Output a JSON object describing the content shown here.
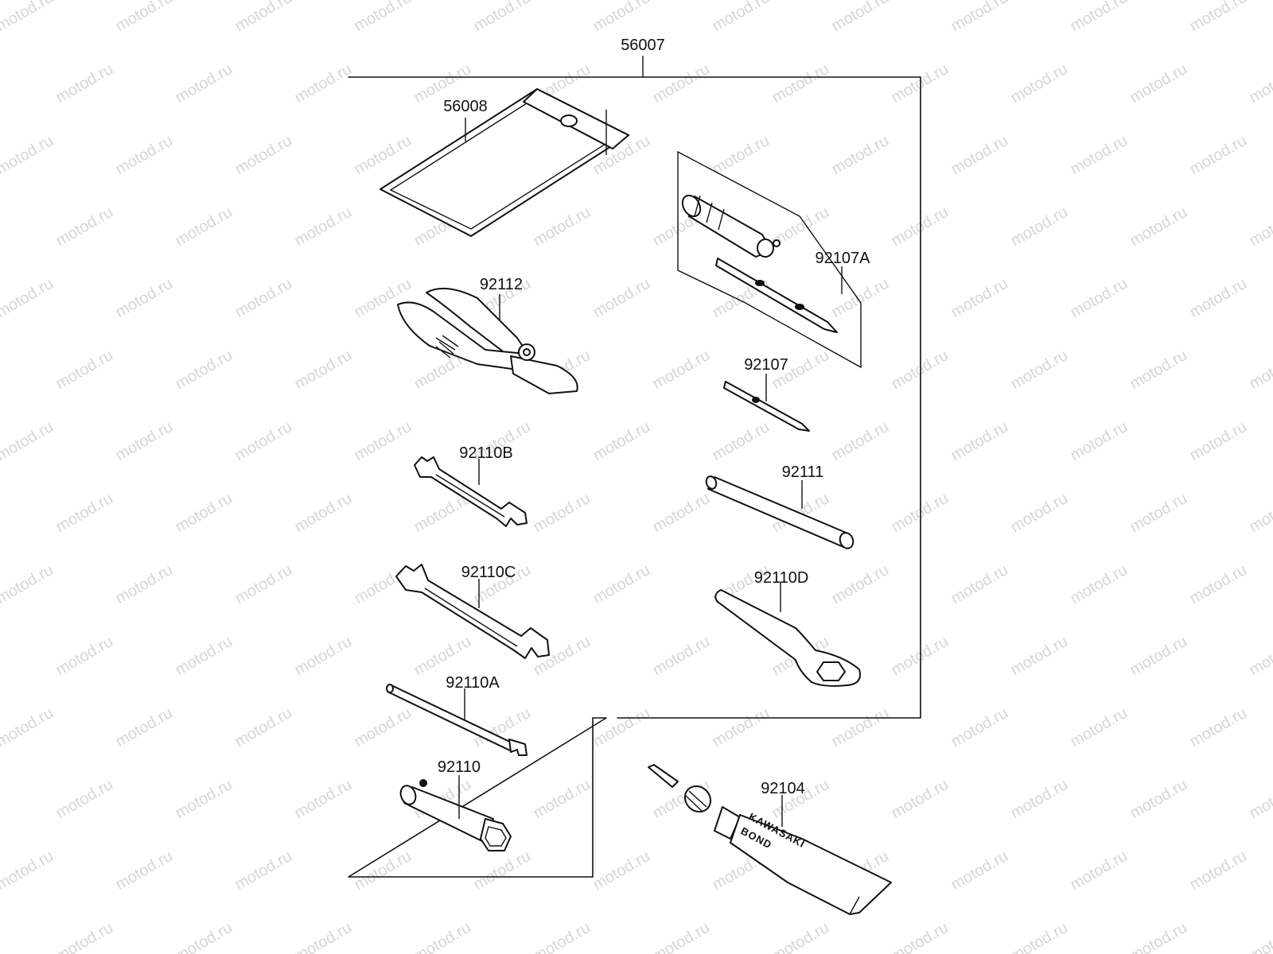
{
  "watermark": "motod.ru",
  "kit": {
    "part_no": "56007"
  },
  "parts": [
    {
      "id": "tool-bag",
      "part_no": "56008",
      "icon": "tool-bag-icon"
    },
    {
      "id": "driver-grip-set",
      "part_no": "92107A",
      "icon": "screwdriver-handle-icon"
    },
    {
      "id": "pliers",
      "part_no": "92112",
      "icon": "pliers-icon"
    },
    {
      "id": "screwdriver-bit",
      "part_no": "92107",
      "icon": "screwdriver-bit-icon"
    },
    {
      "id": "small-wrench",
      "part_no": "92110B",
      "icon": "open-end-wrench-icon"
    },
    {
      "id": "extension-bar",
      "part_no": "92111",
      "icon": "extension-bar-icon"
    },
    {
      "id": "large-wrench",
      "part_no": "92110C",
      "icon": "open-end-wrench-icon"
    },
    {
      "id": "box-wrench",
      "part_no": "92110D",
      "icon": "box-wrench-icon"
    },
    {
      "id": "rod-handle",
      "part_no": "92110A",
      "icon": "rod-handle-icon"
    },
    {
      "id": "spark-plug-wrench",
      "part_no": "92110",
      "icon": "socket-wrench-icon"
    },
    {
      "id": "bond-tube",
      "part_no": "92104",
      "icon": "bond-tube-icon",
      "tube_text": [
        "KAWASAKI",
        "BOND"
      ]
    }
  ],
  "colors": {
    "ink": "#111111",
    "watermark": "#d6d6d6",
    "background": "#ffffff"
  }
}
